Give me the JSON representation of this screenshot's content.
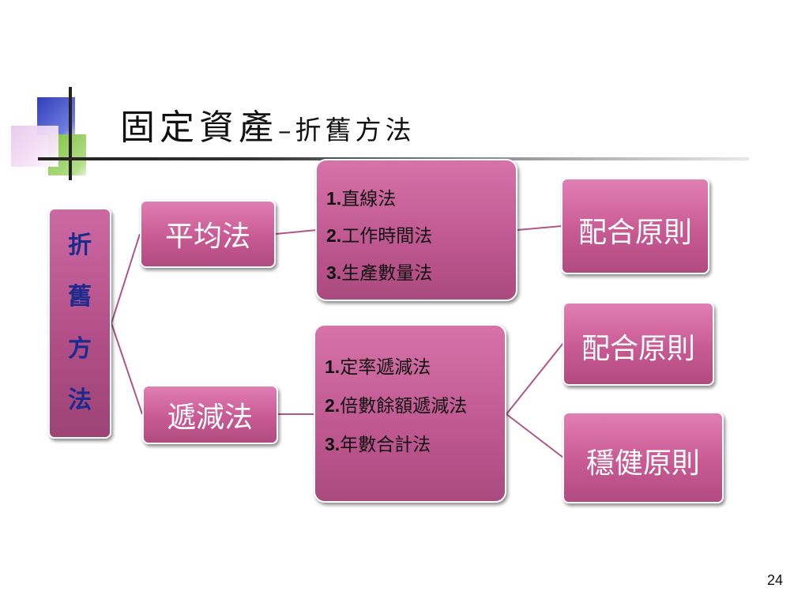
{
  "title": {
    "main": "固定資產",
    "sub": "–折舊方法"
  },
  "root": {
    "chars": [
      "折",
      "舊",
      "方",
      "法"
    ]
  },
  "methods": [
    {
      "label": "平均法",
      "items": [
        {
          "num": "1.",
          "text": "直線法"
        },
        {
          "num": "2.",
          "text": "工作時間法"
        },
        {
          "num": "3.",
          "text": "生產數量法"
        }
      ],
      "principles": [
        "配合原則"
      ]
    },
    {
      "label": "遞減法",
      "items": [
        {
          "num": "1.",
          "text": "定率遞減法"
        },
        {
          "num": "2.",
          "text": "倍數餘額遞減法"
        },
        {
          "num": "3.",
          "text": "年數合計法"
        }
      ],
      "principles": [
        "配合原則",
        "穩健原則"
      ]
    }
  ],
  "page_number": "24",
  "colors": {
    "box": "#c95a93",
    "root_text": "#1b2a8f",
    "line": "#b25588"
  }
}
